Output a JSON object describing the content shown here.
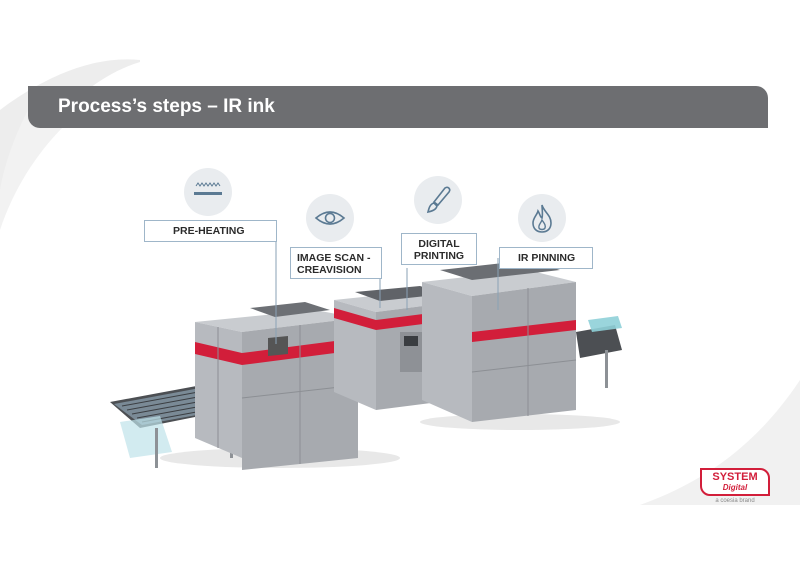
{
  "slide": {
    "title": "Process’s steps – IR ink"
  },
  "steps": [
    {
      "label": "PRE-HEATING",
      "icon": "heating-coil-icon"
    },
    {
      "label_line1": "IMAGE SCAN -",
      "label_line2": "CREAVISION",
      "icon": "eye-icon"
    },
    {
      "label_line1": "DIGITAL",
      "label_line2": "PRINTING",
      "icon": "brush-icon"
    },
    {
      "label": "IR PINNING",
      "icon": "flame-icon"
    }
  ],
  "logo": {
    "main": "SYSTEM",
    "sub": "Digital",
    "brand": "a coesia brand"
  },
  "colors": {
    "title_bar": "#6d6e71",
    "accent_red": "#d21e3a",
    "label_border": "#9fb6c9",
    "icon_circle": "#e9ecef",
    "icon_stroke": "#5b7a93"
  }
}
